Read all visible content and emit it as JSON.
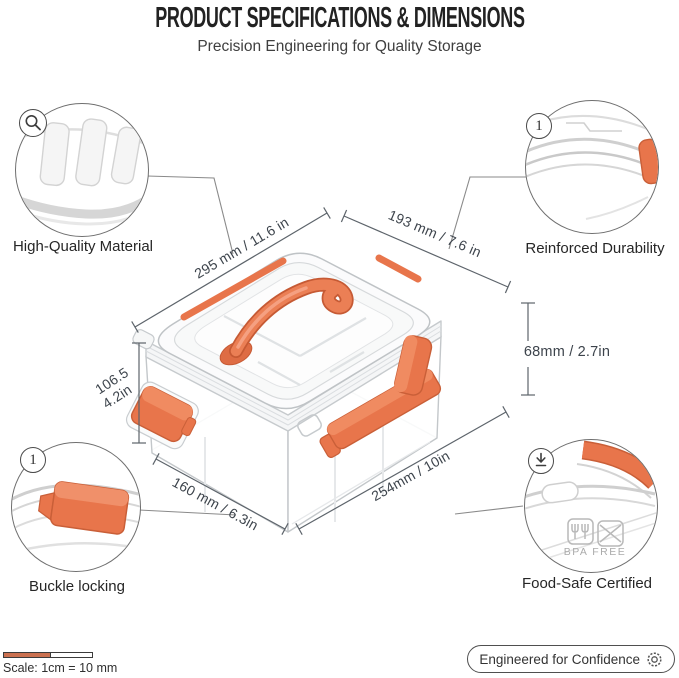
{
  "header": {
    "title": "PRODUCT SPECIFICATIONS & DIMENSIONS",
    "subtitle": "Precision Engineering for Quality Storage"
  },
  "features": {
    "top_left": {
      "label": "High-Quality Material",
      "icon": "magnifier"
    },
    "top_right": {
      "label": "Reinforced Durability",
      "badge": "1"
    },
    "bottom_left": {
      "label": "Buckle locking",
      "badge": "1"
    },
    "bottom_right": {
      "label": "Food-Safe Certified",
      "icon": "download-arrow",
      "inset_caption": "BPA FREE"
    }
  },
  "dims": {
    "top_width": "295 mm / 11.6 in",
    "top_depth": "193 mm / 7.6 in",
    "left_height_value": "106.5",
    "left_height_alt": "4.2in",
    "right_height": "68mm / 2.7in",
    "bottom_depth": "160 mm / 6.3in",
    "bottom_width": "254mm / 10in"
  },
  "footer": {
    "scale_label": "Scale: 1cm = 10 mm",
    "badge_label": "Engineered for Confidence",
    "badge_icon": "gear"
  },
  "colors": {
    "accent": "#E8754B",
    "accent_dark": "#C95F38",
    "accent_light": "#F08B61",
    "dimension_line": "#5d646b",
    "text": "#2f2f2f"
  }
}
